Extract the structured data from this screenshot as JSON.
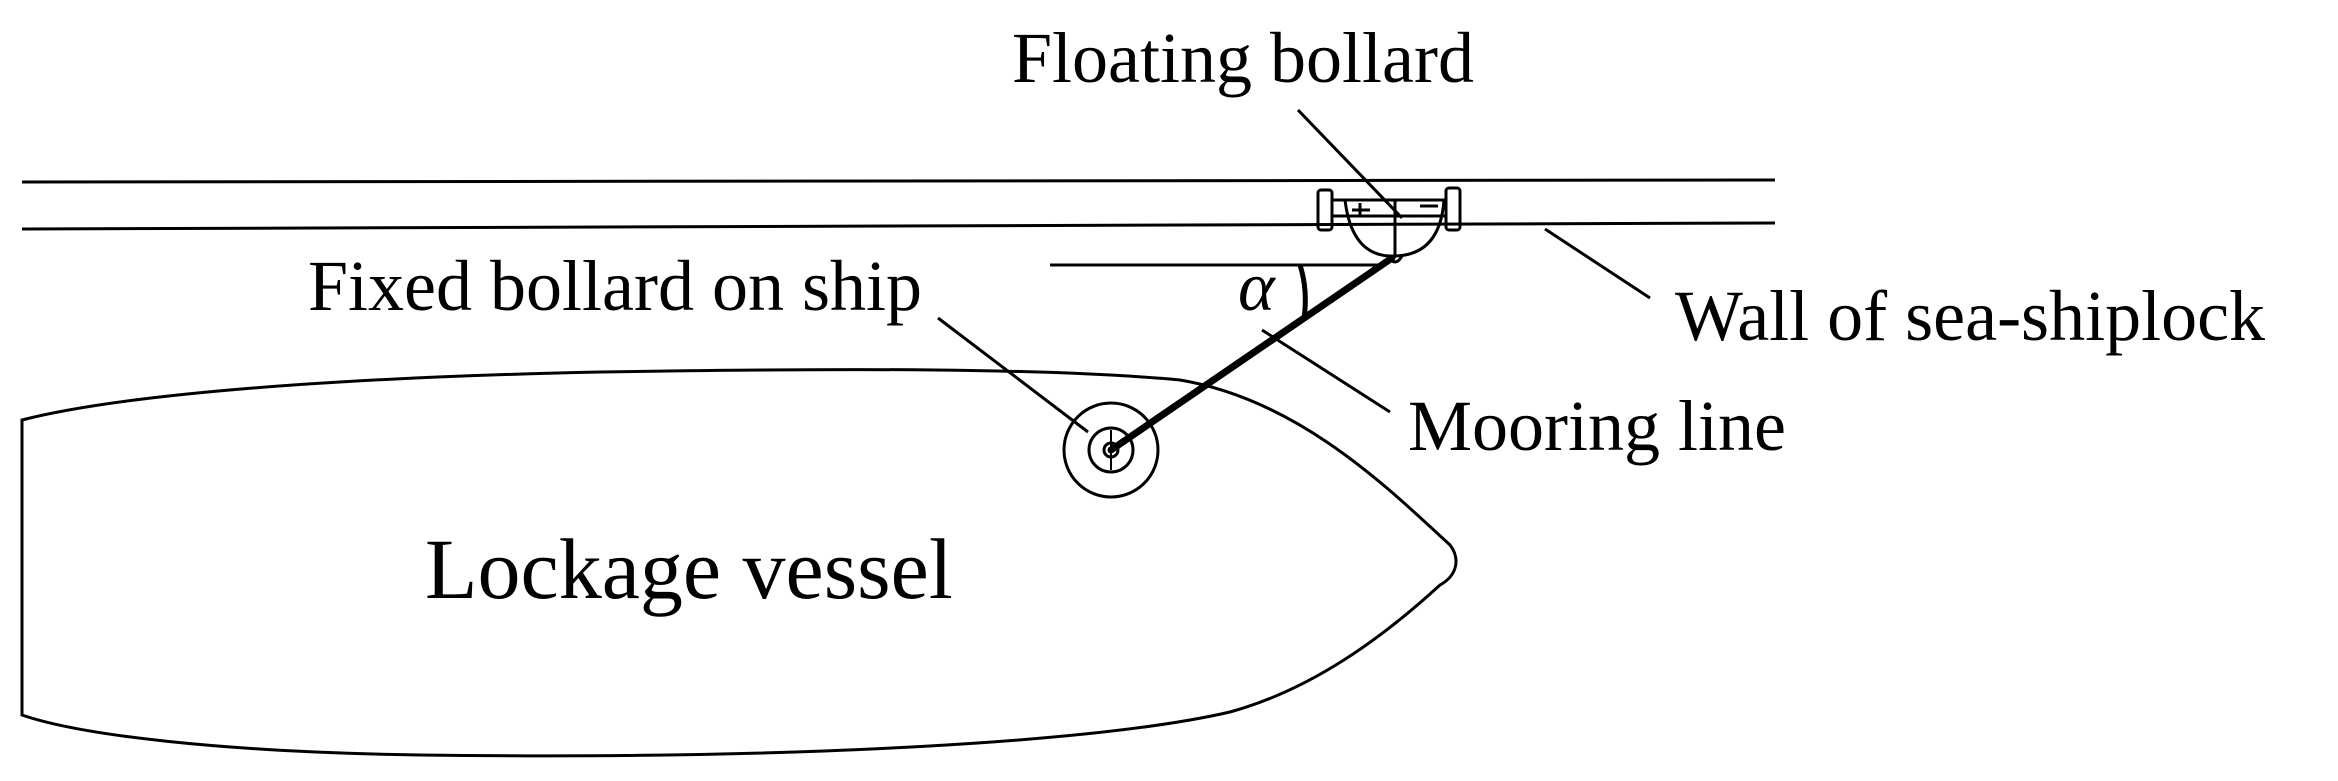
{
  "labels": {
    "floating_bollard": "Floating bollard",
    "fixed_bollard": "Fixed bollard on ship",
    "wall": "Wall of sea-shiplock",
    "mooring_line": "Mooring line",
    "vessel": "Lockage vessel",
    "angle": "α"
  },
  "colors": {
    "stroke": "#000000",
    "background": "#ffffff"
  }
}
